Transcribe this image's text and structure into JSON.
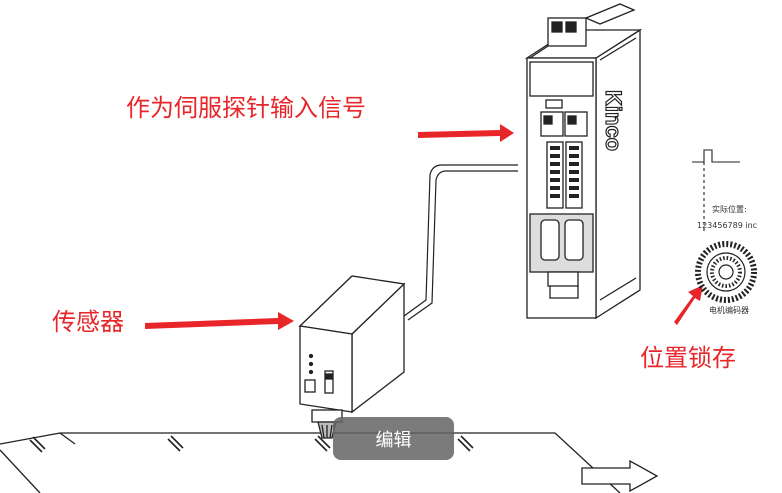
{
  "colors": {
    "accent_red": "#e8262a",
    "line": "#222222",
    "button_bg": "#6a6a6a"
  },
  "labels": {
    "servo_probe_input": "作为伺服探针输入信号",
    "sensor": "传感器",
    "position_latch": "位置锁存"
  },
  "encoder": {
    "actual_position_label": "实际位置:",
    "actual_position_value": "123456789 inc",
    "caption": "电机编码器"
  },
  "drive": {
    "brand_vertical": "Kinco"
  },
  "edit_button": {
    "label": "编辑"
  },
  "icons": [
    "arrow-right-icon",
    "encoder-disk-icon",
    "conveyor-direction-arrow-icon"
  ]
}
